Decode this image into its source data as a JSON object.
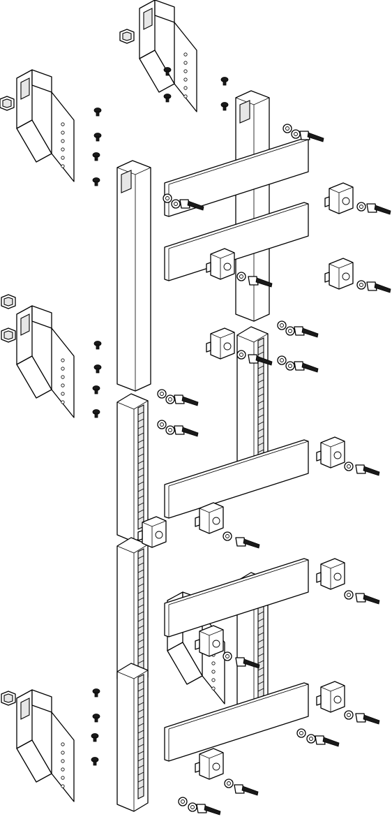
{
  "figure": {
    "kind": "exploded-assembly-line-drawing",
    "colors": {
      "line": "#000000",
      "fill": "#ffffff",
      "shade": "#e6e6e6"
    },
    "parts": [
      {
        "id": "angle-bracket",
        "count": 5
      },
      {
        "id": "square-nut",
        "count": 4
      },
      {
        "id": "flat-head-screw",
        "count": 16
      },
      {
        "id": "vertical-profile-rail",
        "count": 4
      },
      {
        "id": "insulator-comb-rail",
        "count": 4
      },
      {
        "id": "busbar",
        "count": 6
      },
      {
        "id": "busbar-clamp",
        "count": 11
      },
      {
        "id": "socket-head-bolt",
        "count": 16
      },
      {
        "id": "washer",
        "count": 26
      }
    ]
  }
}
